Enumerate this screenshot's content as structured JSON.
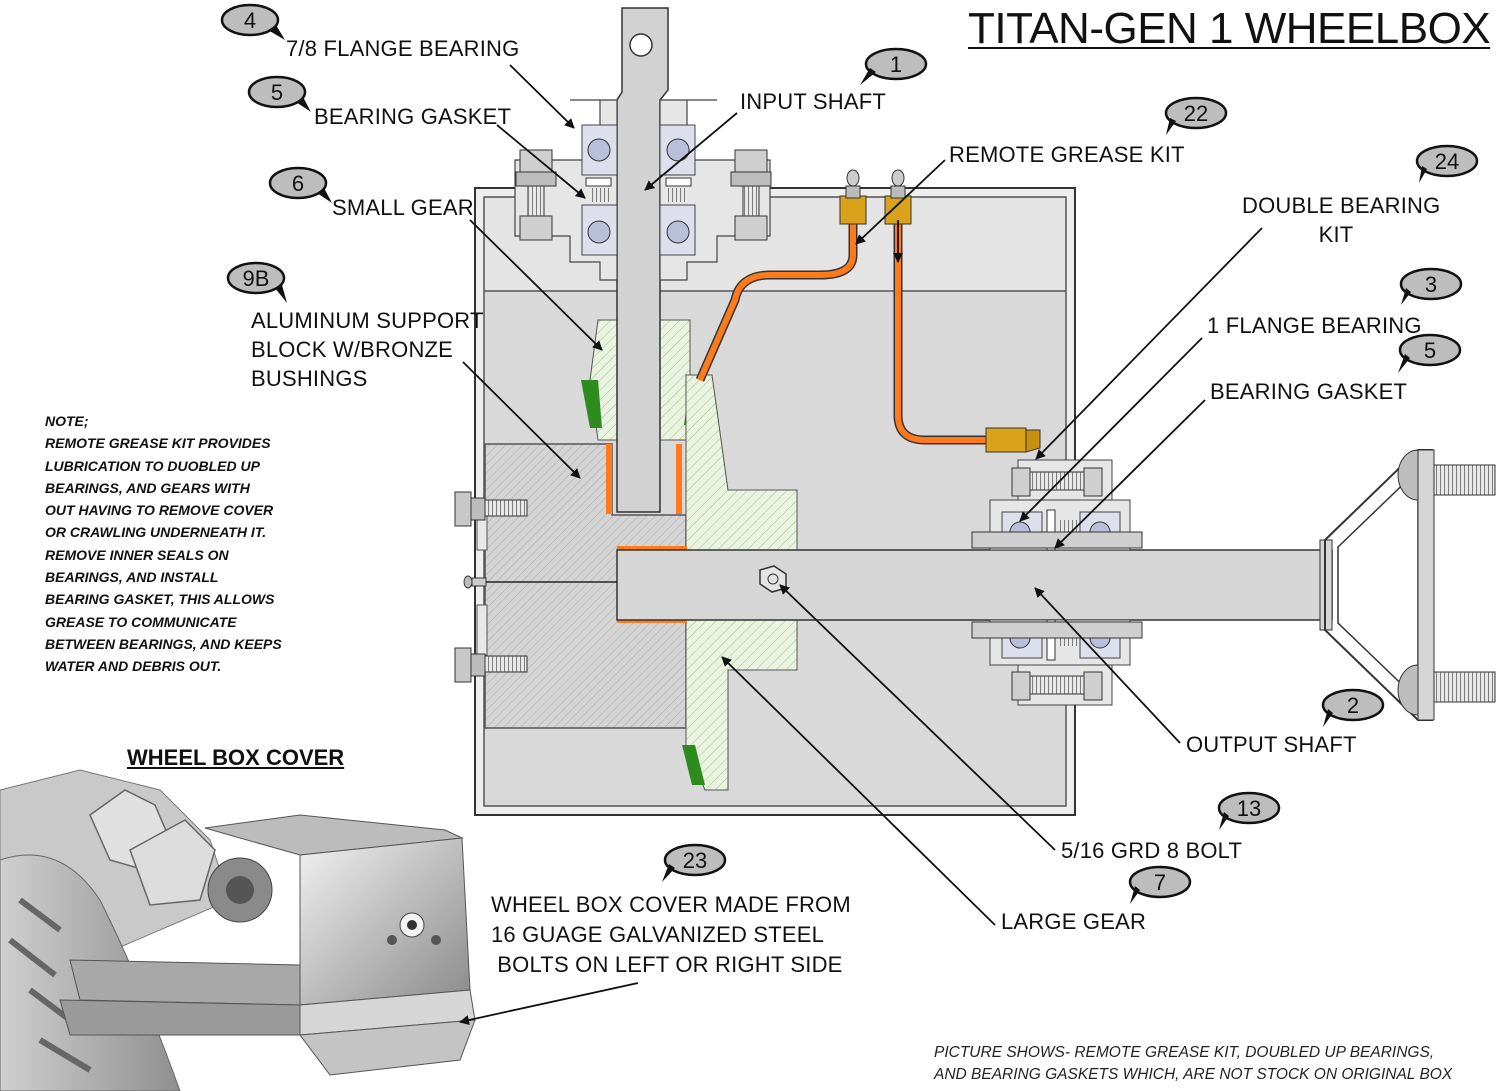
{
  "title": "TITAN-GEN 1 WHEELBOX",
  "labels": {
    "flange_bearing_78": "7/8 FLANGE BEARING",
    "bearing_gasket_top": "BEARING GASKET",
    "small_gear": "SMALL GEAR",
    "aluminum_support": [
      "ALUMINUM SUPPORT",
      "BLOCK W/BRONZE",
      "BUSHINGS"
    ],
    "input_shaft": "INPUT SHAFT",
    "remote_grease_kit": "REMOTE GREASE KIT",
    "double_bearing_kit": [
      "DOUBLE BEARING",
      "KIT"
    ],
    "flange_bearing_1": "1 FLANGE BEARING",
    "bearing_gasket_right": "BEARING GASKET",
    "output_shaft": "OUTPUT SHAFT",
    "bolt": "5/16 GRD 8 BOLT",
    "large_gear": "LARGE GEAR",
    "cover_desc": [
      "WHEEL BOX COVER MADE FROM",
      "16 GUAGE GALVANIZED STEEL",
      " BOLTS ON LEFT OR RIGHT SIDE"
    ]
  },
  "bubbles": {
    "b4": "4",
    "b5a": "5",
    "b6": "6",
    "b9b": "9B",
    "b1": "1",
    "b22": "22",
    "b24": "24",
    "b3": "3",
    "b5b": "5",
    "b2": "2",
    "b13": "13",
    "b7": "7",
    "b23": "23"
  },
  "note": [
    "NOTE;",
    "REMOTE GREASE KIT PROVIDES",
    "LUBRICATION TO DUOBLED UP",
    "BEARINGS, AND GEARS WITH",
    "OUT HAVING TO REMOVE COVER",
    "OR CRAWLING UNDERNEATH IT.",
    "REMOVE INNER SEALS ON",
    "BEARINGS, AND INSTALL",
    "BEARING GASKET, THIS ALLOWS",
    "GREASE TO COMMUNICATE",
    "BETWEEN BEARINGS, AND KEEPS",
    "WATER AND DEBRIS OUT."
  ],
  "cover_title": "WHEEL BOX COVER",
  "footer": [
    "PICTURE SHOWS- REMOTE GREASE KIT, DOUBLED UP BEARINGS,",
    "AND BEARING GASKETS WHICH, ARE NOT STOCK ON ORIGINAL BOX"
  ],
  "colors": {
    "grease_line": "#ff7a1a",
    "gear_fill": "#eaf3e0",
    "gear_tip": "#2e8b1e",
    "box_fill": "#d6d6d6",
    "shaft_fill": "#d9d9d9",
    "bearing_ball": "#b9bfd8",
    "fitting": "#d9a21a"
  }
}
